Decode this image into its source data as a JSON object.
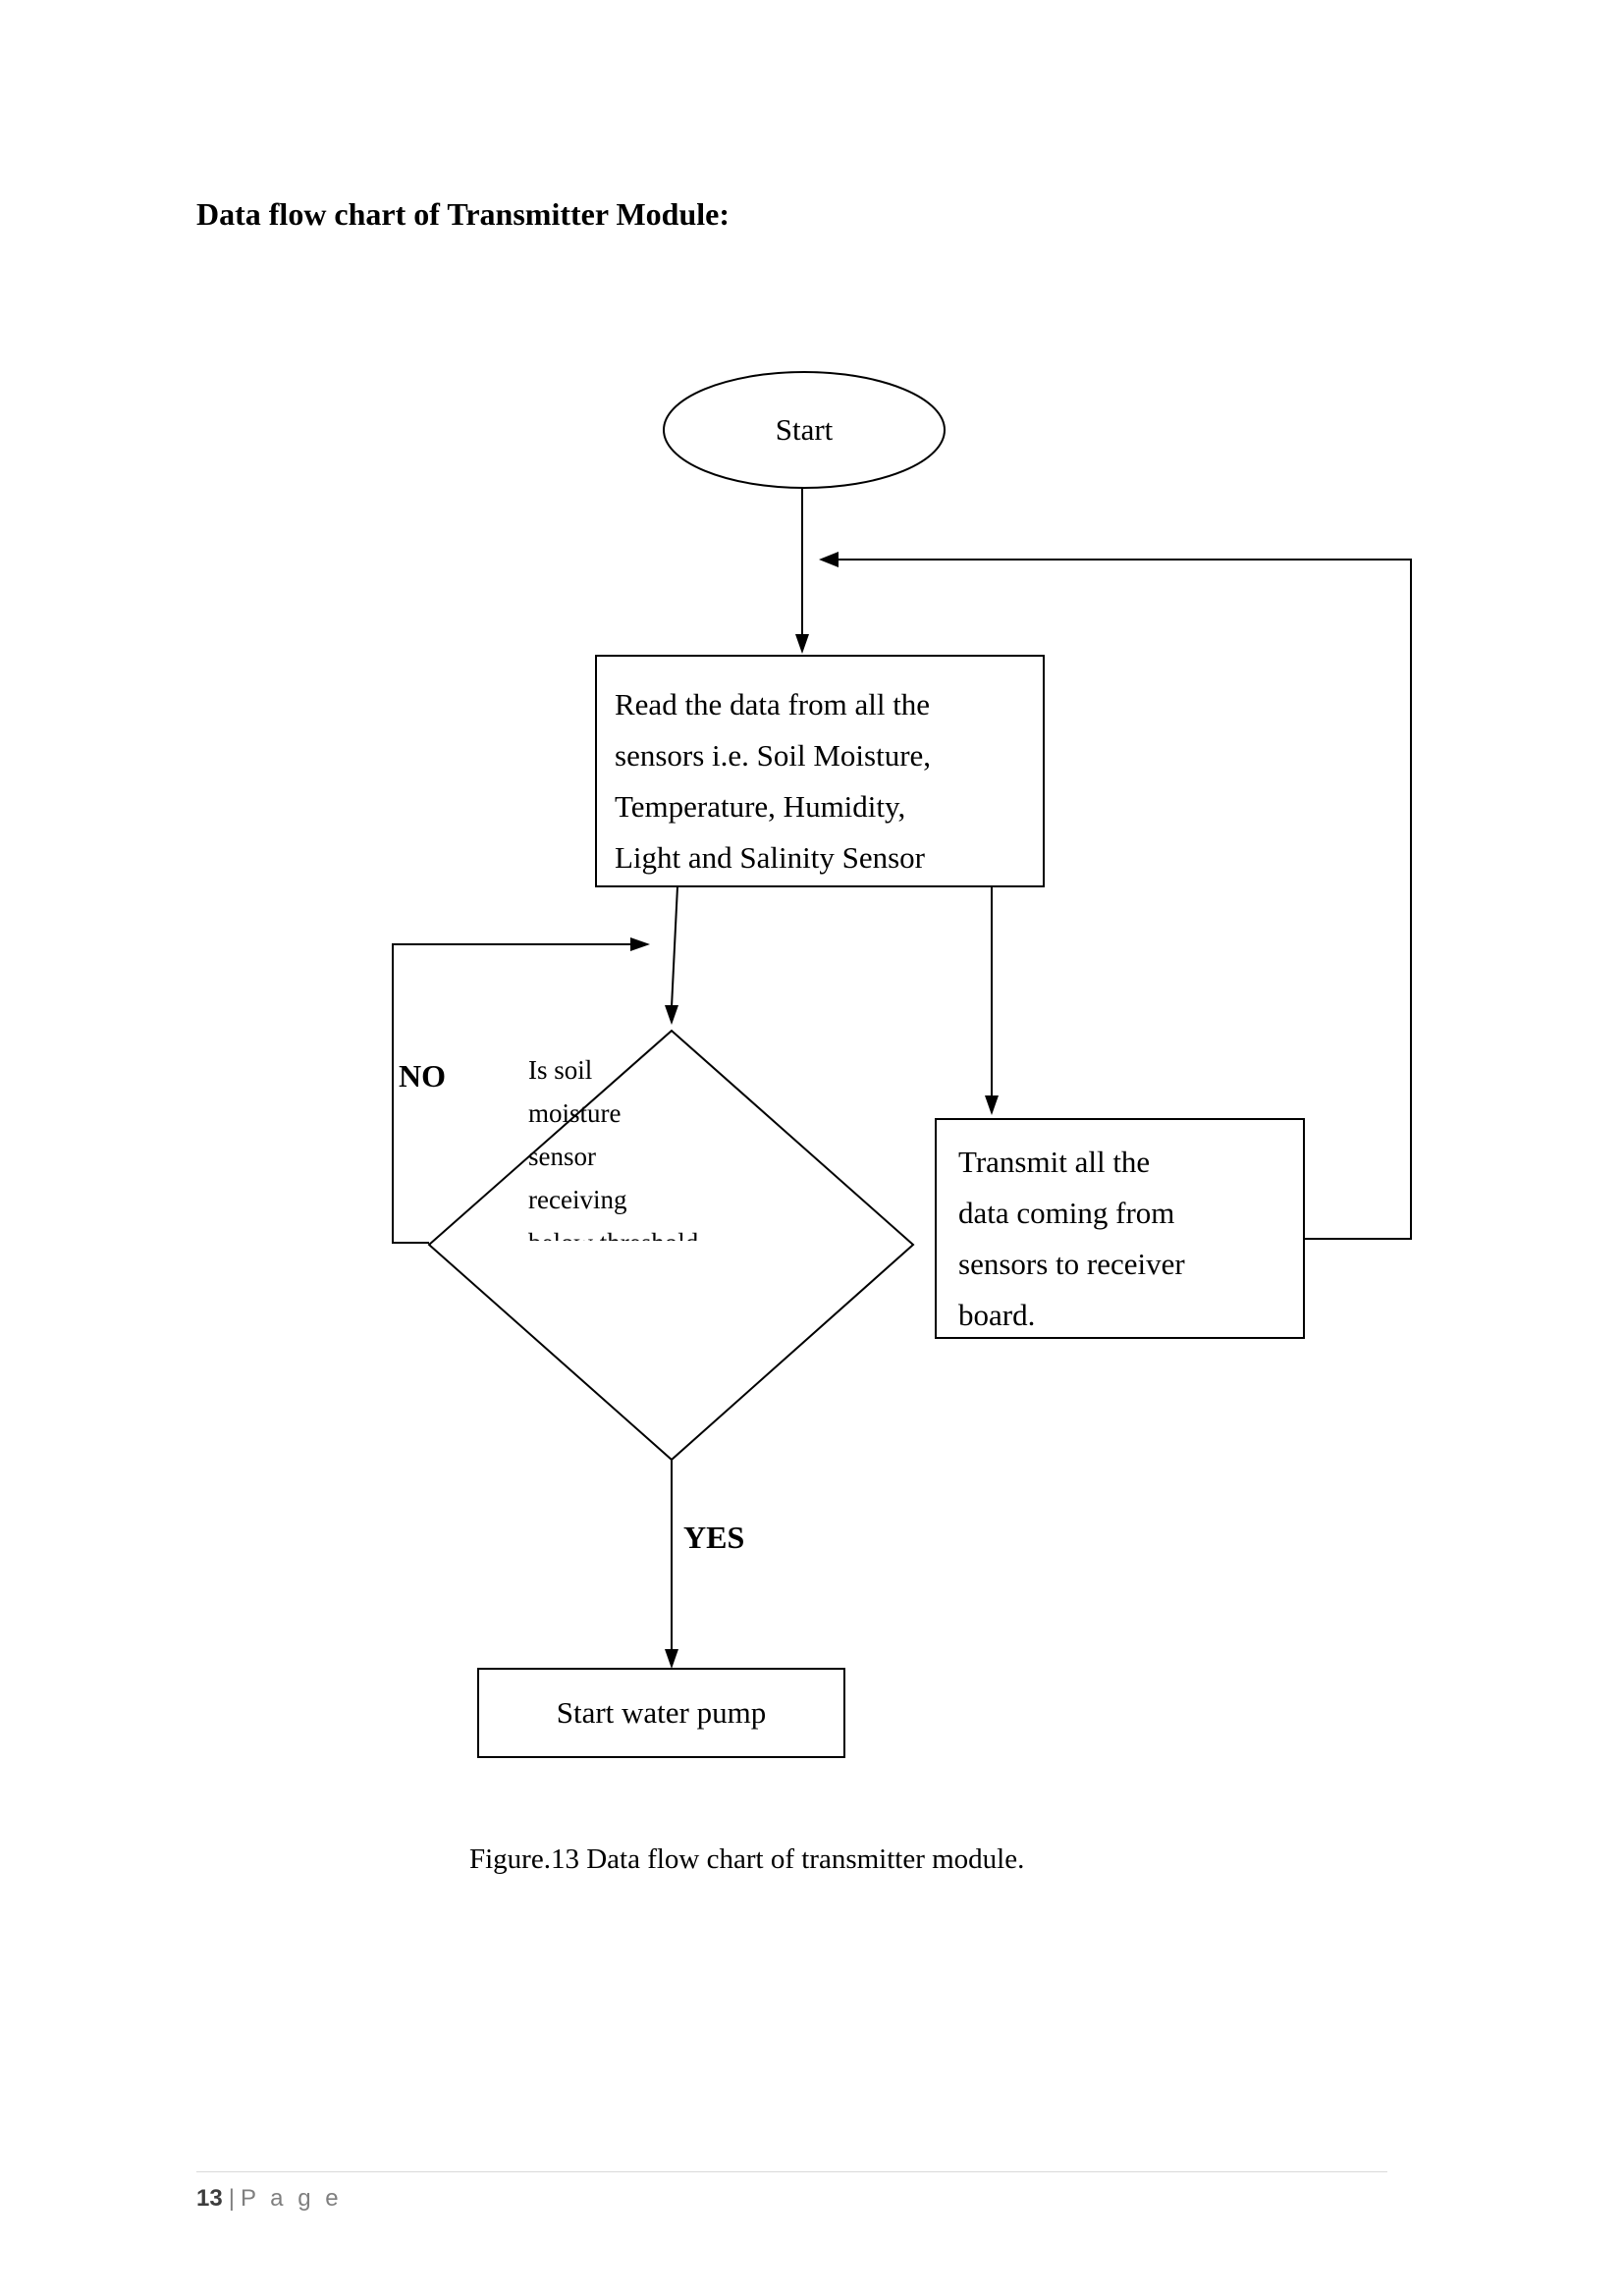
{
  "title": "Data flow chart of Transmitter Module:",
  "flowchart": {
    "start": {
      "label": "Start"
    },
    "read_box": {
      "lines": [
        "Read the data from all the",
        "sensors i.e. Soil Moisture,",
        "Temperature, Humidity,",
        "Light and Salinity Sensor"
      ]
    },
    "decision": {
      "lines": [
        "Is soil",
        "moisture",
        "sensor",
        "receiving"
      ],
      "clipped_line": "below threshold"
    },
    "transmit_box": {
      "lines": [
        "Transmit all the",
        "data coming from",
        "sensors to receiver",
        "board."
      ]
    },
    "pump_box": {
      "label": "Start water pump"
    },
    "labels": {
      "no": "NO",
      "yes": "YES"
    }
  },
  "caption": "Figure.13 Data flow chart of transmitter module.",
  "footer": {
    "page_number": "13",
    "separator": "|",
    "label": "P a g e"
  },
  "colors": {
    "ink": "#000000",
    "footer_text": "#7f7f7f",
    "divider": "#d9d9d9"
  }
}
